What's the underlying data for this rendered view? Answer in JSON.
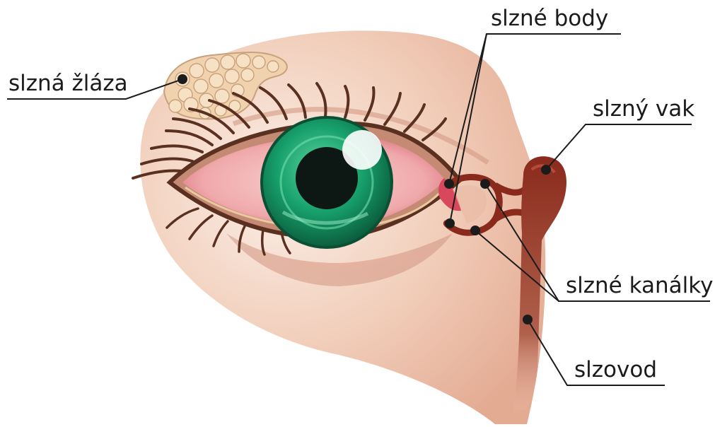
{
  "labels": {
    "lacrimal_gland": "slzná žláza",
    "lacrimal_puncta": "slzné body",
    "lacrimal_sac": "slzný vak",
    "lacrimal_canaliculi": "slzné kanálky",
    "nasolacrimal_duct": "slzovod"
  },
  "colors": {
    "skin_light": "#f6e2d6",
    "skin_mid": "#eab9a2",
    "skin_shadow": "#c98a76",
    "iris": "#1aa06b",
    "iris_dark": "#0e6b47",
    "sclera": "#f3b2b4",
    "gland": "#f1d2ae",
    "duct": "#8a2a1c",
    "lash": "#5a3020",
    "leader": "#1b1b1b"
  }
}
